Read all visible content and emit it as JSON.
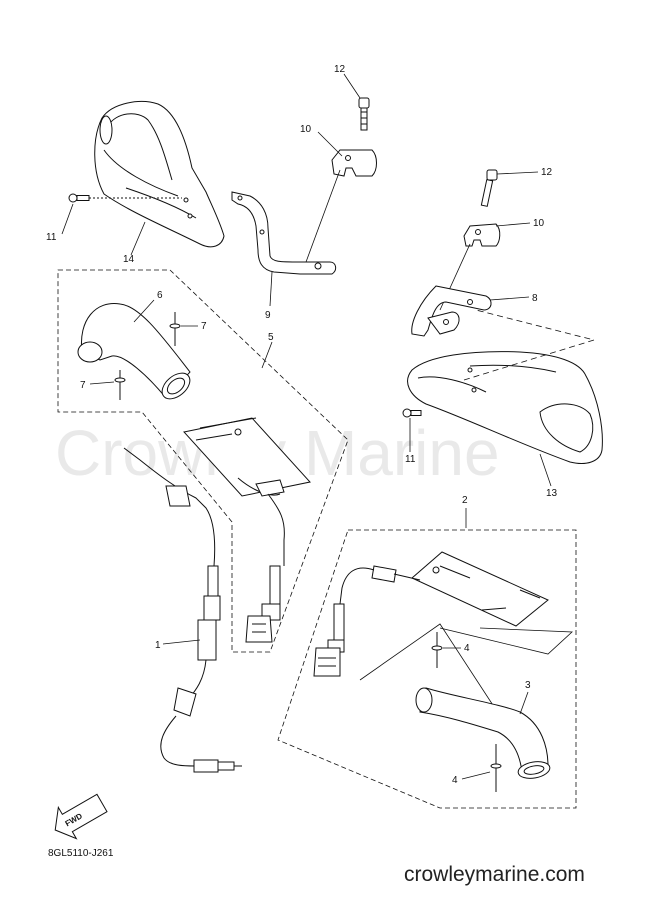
{
  "watermark": "Crowley Marine",
  "diagram_code": "8GL5110-J261",
  "site_url": "crowleymarine.com",
  "fwd_label": "FWD",
  "callouts": {
    "c1": "1",
    "c2": "2",
    "c3": "3",
    "c4a": "4",
    "c4b": "4",
    "c5": "5",
    "c6": "6",
    "c7a": "7",
    "c7b": "7",
    "c8": "8",
    "c9": "9",
    "c10a": "10",
    "c10b": "10",
    "c11a": "11",
    "c11b": "11",
    "c12a": "12",
    "c12b": "12",
    "c13": "13",
    "c14": "14"
  }
}
